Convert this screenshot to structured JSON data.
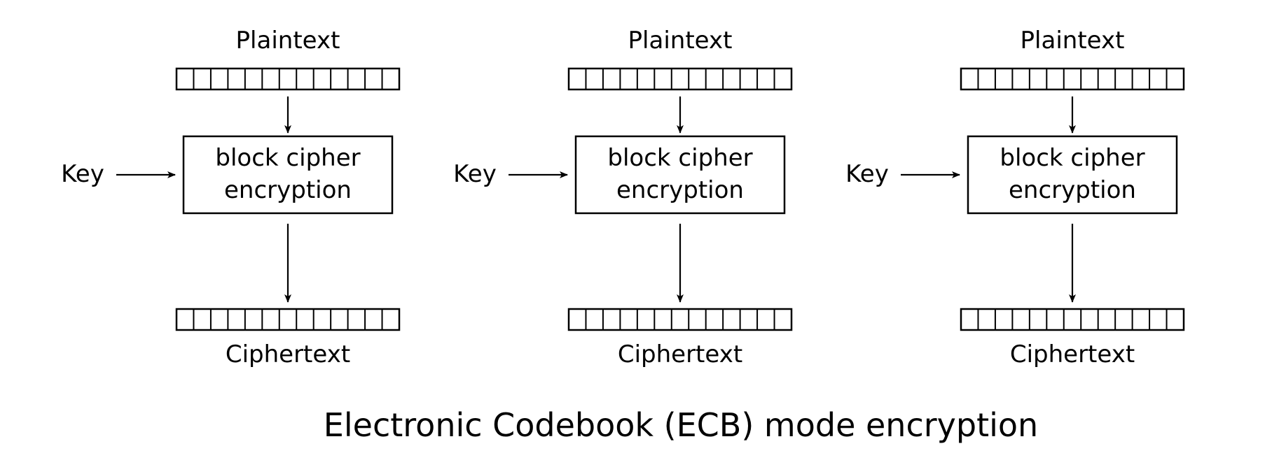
{
  "diagram": {
    "caption": "Electronic Codebook (ECB) mode encryption",
    "stages": [
      {
        "plaintext_label": "Plaintext",
        "cipher_label_line1": "block cipher",
        "cipher_label_line2": "encryption",
        "key_label": "Key",
        "ciphertext_label": "Ciphertext"
      },
      {
        "plaintext_label": "Plaintext",
        "cipher_label_line1": "block cipher",
        "cipher_label_line2": "encryption",
        "key_label": "Key",
        "ciphertext_label": "Ciphertext"
      },
      {
        "plaintext_label": "Plaintext",
        "cipher_label_line1": "block cipher",
        "cipher_label_line2": "encryption",
        "key_label": "Key",
        "ciphertext_label": "Ciphertext"
      }
    ]
  }
}
